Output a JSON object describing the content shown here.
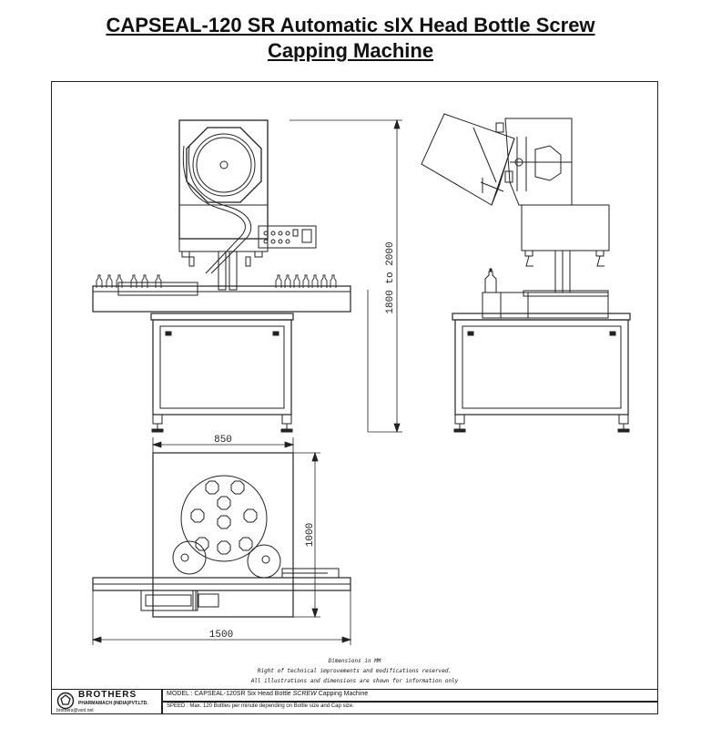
{
  "title": {
    "line1": "CAPSEAL-120 SR   Automatic sIX  Head   Bottle Screw",
    "line2": "Capping Machine"
  },
  "dimensions": {
    "height": "1800 to 2000",
    "width_top": "850",
    "depth": "1000",
    "length": "1500"
  },
  "notes": {
    "units": "Dimensions in MM",
    "rights": "Right of technical improvements and modifications reserved.",
    "illustrative": "All illustrations and dimensions are shown for information only"
  },
  "title_block": {
    "company": "BROTHERS",
    "company_sub": "PHARMAMACH (INDIA)PVT.LTD.",
    "email": "brothers@vsnl.net",
    "model_prefix": "MODEL : CAPSEAL-120SR Six Head Bottle ",
    "model_emph": "SCREW",
    "model_suffix": " Capping Machine",
    "speed": "SPEED : Max. 120 Bottles per minute depending on Bottle size and Cap size."
  }
}
